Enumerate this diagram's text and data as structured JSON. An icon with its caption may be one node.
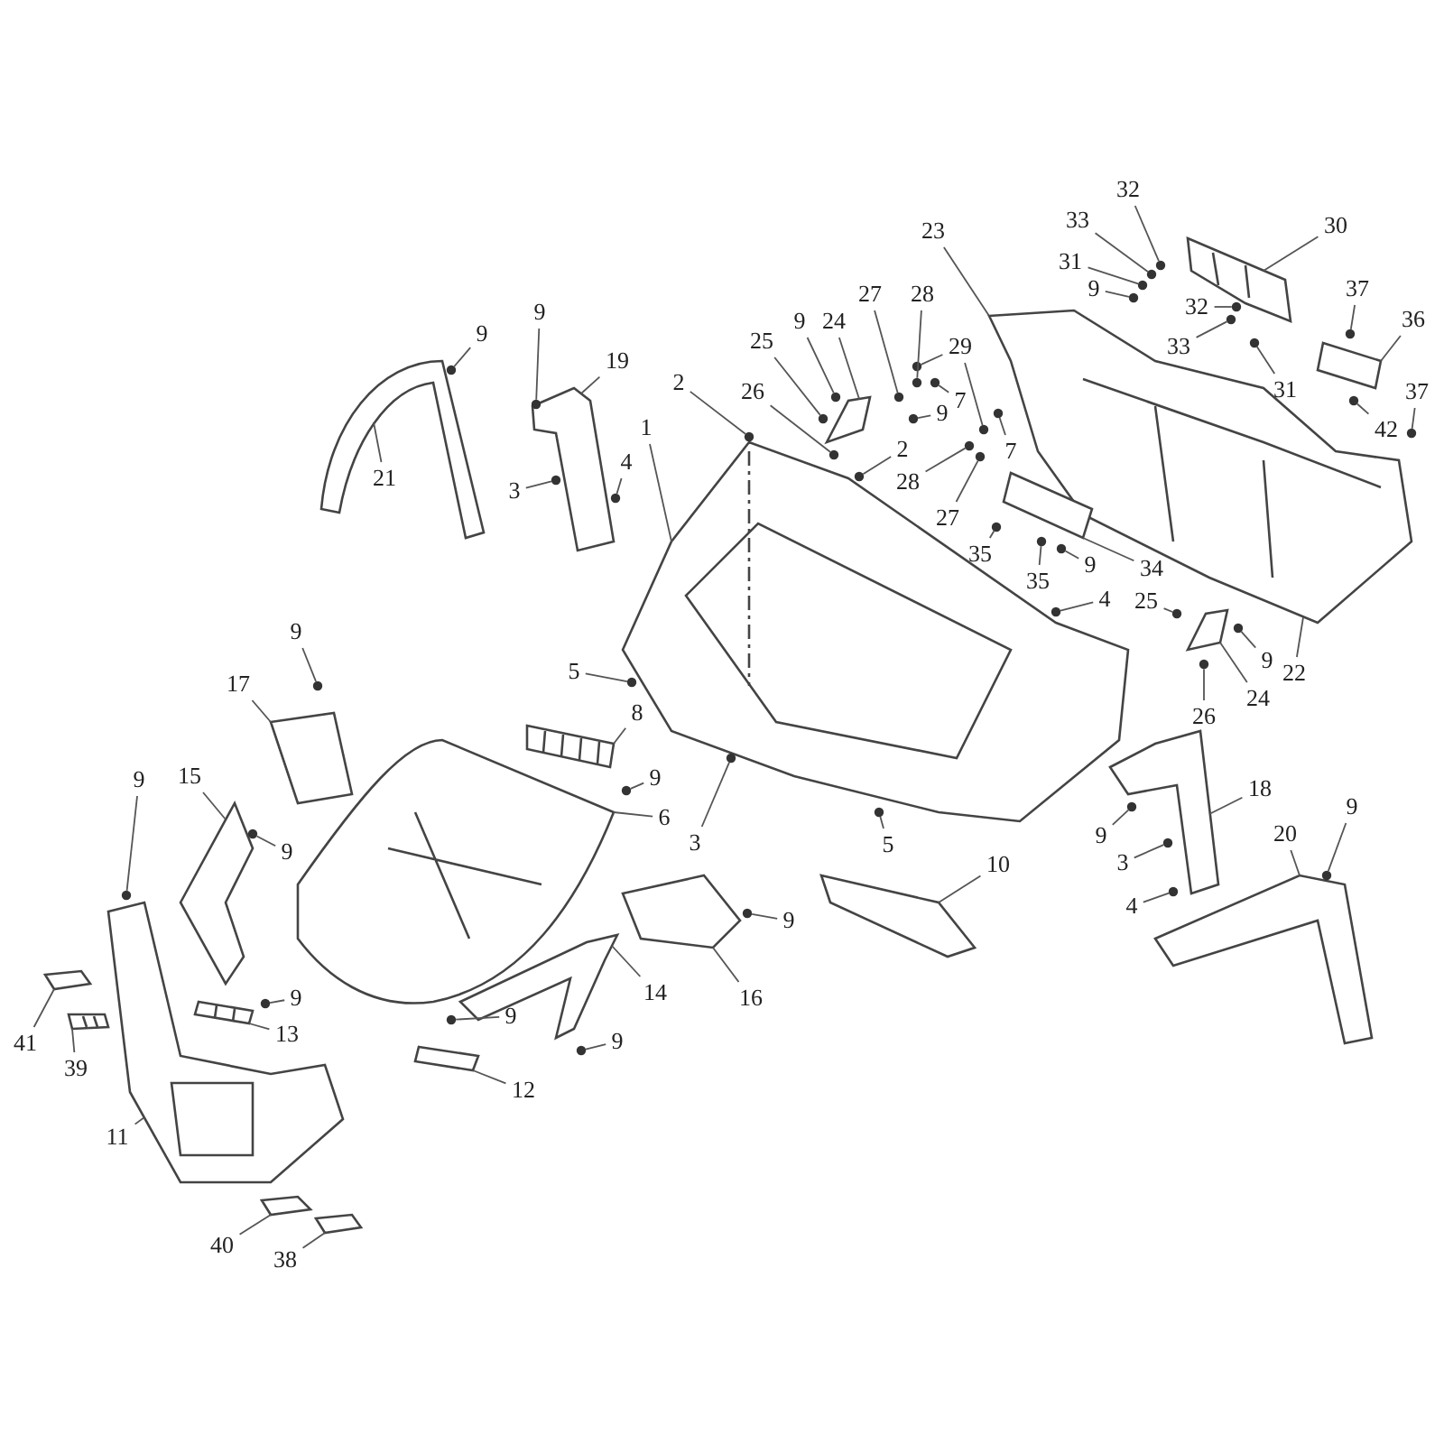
{
  "diagram": {
    "nodes": [
      {
        "text": [
          "32"
        ]
      },
      {
        "text": [
          "33"
        ]
      },
      {
        "text": [
          "30"
        ]
      },
      {
        "text": [
          "23"
        ]
      },
      {
        "text": [
          "31"
        ]
      },
      {
        "text": [
          "37"
        ]
      },
      {
        "text": [
          "9"
        ]
      },
      {
        "text": [
          "27"
        ]
      },
      {
        "text": [
          "28"
        ]
      },
      {
        "text": [
          "32"
        ]
      },
      {
        "text": [
          "9"
        ]
      },
      {
        "text": [
          "9"
        ]
      },
      {
        "text": [
          "24"
        ]
      },
      {
        "text": [
          "36"
        ]
      },
      {
        "text": [
          "9"
        ]
      },
      {
        "text": [
          "25"
        ]
      },
      {
        "text": [
          "29"
        ]
      },
      {
        "text": [
          "33"
        ]
      },
      {
        "text": [
          "19"
        ]
      },
      {
        "text": [
          "2"
        ]
      },
      {
        "text": [
          "31"
        ]
      },
      {
        "text": [
          "26"
        ]
      },
      {
        "text": [
          "37"
        ]
      },
      {
        "text": [
          "7"
        ]
      },
      {
        "text": [
          "9"
        ]
      },
      {
        "text": [
          "1"
        ]
      },
      {
        "text": [
          "42"
        ]
      },
      {
        "text": [
          "2"
        ]
      },
      {
        "text": [
          "7"
        ]
      },
      {
        "text": [
          "4"
        ]
      },
      {
        "text": [
          "21"
        ]
      },
      {
        "text": [
          "28"
        ]
      },
      {
        "text": [
          "3"
        ]
      },
      {
        "text": [
          "27"
        ]
      },
      {
        "text": [
          "35"
        ]
      },
      {
        "text": [
          "9"
        ]
      },
      {
        "text": [
          "34"
        ]
      },
      {
        "text": [
          "35"
        ]
      },
      {
        "text": [
          "4"
        ]
      },
      {
        "text": [
          "25"
        ]
      },
      {
        "text": [
          "9"
        ]
      },
      {
        "text": [
          "9"
        ]
      },
      {
        "text": [
          "5"
        ]
      },
      {
        "text": [
          "22"
        ]
      },
      {
        "text": [
          "17"
        ]
      },
      {
        "text": [
          "24"
        ]
      },
      {
        "text": [
          "26"
        ]
      },
      {
        "text": [
          "8"
        ]
      },
      {
        "text": [
          "15"
        ]
      },
      {
        "text": [
          "9"
        ]
      },
      {
        "text": [
          "9"
        ]
      },
      {
        "text": [
          "18"
        ]
      },
      {
        "text": [
          "9"
        ]
      },
      {
        "text": [
          "6"
        ]
      },
      {
        "text": [
          "20"
        ]
      },
      {
        "text": [
          "9"
        ]
      },
      {
        "text": [
          "3"
        ]
      },
      {
        "text": [
          "5"
        ]
      },
      {
        "text": [
          "9"
        ]
      },
      {
        "text": [
          "10"
        ]
      },
      {
        "text": [
          "3"
        ]
      },
      {
        "text": [
          "4"
        ]
      },
      {
        "text": [
          "9"
        ]
      },
      {
        "text": [
          "14"
        ]
      },
      {
        "text": [
          "16"
        ]
      },
      {
        "text": [
          "9"
        ]
      },
      {
        "text": [
          "9"
        ]
      },
      {
        "text": [
          "13"
        ]
      },
      {
        "text": [
          "9"
        ]
      },
      {
        "text": [
          "41"
        ]
      },
      {
        "text": [
          "39"
        ]
      },
      {
        "text": [
          "12"
        ]
      },
      {
        "text": [
          "11"
        ]
      },
      {
        "text": [
          "40"
        ]
      },
      {
        "text": [
          "38"
        ]
      },
      {
        "text": [],
        "shape": "picture"
      },
      {
        "text": [],
        "shape": "picture"
      },
      {
        "text": [],
        "shape": "picture"
      },
      {
        "text": [],
        "shape": "picture"
      },
      {
        "text": [],
        "shape": "picture"
      },
      {
        "text": [],
        "shape": "picture"
      },
      {
        "text": [],
        "shape": "picture"
      },
      {
        "text": [],
        "shape": "picture"
      },
      {
        "text": [],
        "shape": "picture"
      },
      {
        "text": [],
        "shape": "picture"
      },
      {
        "text": [],
        "shape": "picture"
      },
      {
        "text": [],
        "shape": "picture"
      },
      {
        "text": [],
        "shape": "picture"
      },
      {
        "text": [],
        "shape": "picture"
      },
      {
        "text": [],
        "shape": "picture"
      },
      {
        "text": [],
        "shape": "picture"
      },
      {
        "text": [],
        "shape": "picture"
      },
      {
        "text": [],
        "shape": "picture"
      },
      {
        "text": [],
        "shape": "picture"
      },
      {
        "text": [],
        "shape": "picture"
      },
      {
        "text": [],
        "shape": "picture"
      },
      {
        "text": [],
        "shape": "picture"
      },
      {
        "text": [],
        "shape": "picture"
      },
      {
        "text": [],
        "shape": "picture"
      },
      {
        "text": [],
        "shape": "picture"
      },
      {
        "text": [],
        "shape": "circle"
      },
      {
        "text": [],
        "shape": "circle"
      },
      {
        "text": [],
        "shape": "circle"
      },
      {
        "text": [],
        "shape": "circle"
      },
      {
        "text": [],
        "shape": "circle"
      },
      {
        "text": [],
        "shape": "circle"
      },
      {
        "text": [],
        "shape": "circle"
      },
      {
        "text": [],
        "shape": "circle"
      },
      {
        "text": [],
        "shape": "circle"
      },
      {
        "text": [],
        "shape": "circle"
      },
      {
        "text": [],
        "shape": "circle"
      },
      {
        "text": [],
        "shape": "circle"
      },
      {
        "text": [],
        "shape": "circle"
      },
      {
        "text": [],
        "shape": "circle"
      },
      {
        "text": [],
        "shape": "circle"
      },
      {
        "text": [],
        "shape": "circle"
      },
      {
        "text": [],
        "shape": "circle"
      },
      {
        "text": [],
        "shape": "circle"
      },
      {
        "text": [],
        "shape": "circle"
      },
      {
        "text": [],
        "shape": "circle"
      },
      {
        "text": [],
        "shape": "circle"
      },
      {
        "text": [],
        "shape": "circle"
      },
      {
        "text": [],
        "shape": "circle"
      },
      {
        "text": [],
        "shape": "circle"
      },
      {
        "text": [],
        "shape": "circle"
      },
      {
        "text": [],
        "shape": "circle"
      },
      {
        "text": [],
        "shape": "circle"
      },
      {
        "text": [],
        "shape": "circle"
      },
      {
        "text": [],
        "shape": "circle"
      },
      {
        "text": [],
        "shape": "circle"
      },
      {
        "text": [],
        "shape": "circle"
      },
      {
        "text": [],
        "shape": "circle"
      },
      {
        "text": [],
        "shape": "circle"
      },
      {
        "text": [],
        "shape": "circle"
      },
      {
        "text": [],
        "shape": "circle"
      },
      {
        "text": [],
        "shape": "circle"
      },
      {
        "text": [],
        "shape": "circle"
      },
      {
        "text": [],
        "shape": "circle"
      },
      {
        "text": [],
        "shape": "circle"
      },
      {
        "text": [],
        "shape": "circle"
      },
      {
        "text": [],
        "shape": "circle"
      },
      {
        "text": [],
        "shape": "circle"
      },
      {
        "text": [],
        "shape": "circle"
      },
      {
        "text": [],
        "shape": "circle"
      },
      {
        "text": [],
        "shape": "circle"
      },
      {
        "text": [],
        "shape": "circle"
      },
      {
        "text": [],
        "shape": "circle"
      },
      {
        "text": [],
        "shape": "circle"
      },
      {
        "text": [],
        "shape": "circle"
      },
      {
        "text": [],
        "shape": "circle"
      }
    ],
    "edges": [
      {
        "from": 0,
        "to": 100,
        "arrow": "none"
      },
      {
        "from": 1,
        "to": 101,
        "arrow": "none"
      },
      {
        "from": 2,
        "to": 79,
        "arrow": "none"
      },
      {
        "from": 3,
        "to": 78,
        "arrow": "none"
      },
      {
        "from": 4,
        "to": 102,
        "arrow": "none"
      },
      {
        "from": 5,
        "to": 103,
        "arrow": "none"
      },
      {
        "from": 6,
        "to": 104,
        "arrow": "none"
      },
      {
        "from": 7,
        "to": 105,
        "arrow": "none"
      },
      {
        "from": 8,
        "to": 106,
        "arrow": "none"
      },
      {
        "from": 9,
        "to": 107,
        "arrow": "none"
      },
      {
        "from": 10,
        "to": 108,
        "arrow": "none"
      },
      {
        "from": 11,
        "to": 109,
        "arrow": "none"
      },
      {
        "from": 12,
        "to": 93,
        "arrow": "none"
      },
      {
        "from": 13,
        "to": 80,
        "arrow": "none"
      },
      {
        "from": 14,
        "to": 110,
        "arrow": "none"
      },
      {
        "from": 15,
        "to": 111,
        "arrow": "none"
      },
      {
        "from": 16,
        "to": 112,
        "arrow": "none"
      },
      {
        "from": 16,
        "to": 113,
        "arrow": "none"
      },
      {
        "from": 17,
        "to": 114,
        "arrow": "none"
      },
      {
        "from": 18,
        "to": 76,
        "arrow": "none"
      },
      {
        "from": 19,
        "to": 115,
        "arrow": "none"
      },
      {
        "from": 20,
        "to": 116,
        "arrow": "none"
      },
      {
        "from": 21,
        "to": 117,
        "arrow": "none"
      },
      {
        "from": 22,
        "to": 118,
        "arrow": "none"
      },
      {
        "from": 23,
        "to": 119,
        "arrow": "none"
      },
      {
        "from": 24,
        "to": 120,
        "arrow": "none"
      },
      {
        "from": 25,
        "to": 77,
        "arrow": "none"
      },
      {
        "from": 26,
        "to": 121,
        "arrow": "none"
      },
      {
        "from": 27,
        "to": 122,
        "arrow": "none"
      },
      {
        "from": 28,
        "to": 123,
        "arrow": "none"
      },
      {
        "from": 29,
        "to": 124,
        "arrow": "none"
      },
      {
        "from": 30,
        "to": 75,
        "arrow": "none"
      },
      {
        "from": 31,
        "to": 125,
        "arrow": "none"
      },
      {
        "from": 32,
        "to": 126,
        "arrow": "none"
      },
      {
        "from": 33,
        "to": 127,
        "arrow": "none"
      },
      {
        "from": 34,
        "to": 128,
        "arrow": "none"
      },
      {
        "from": 35,
        "to": 129,
        "arrow": "none"
      },
      {
        "from": 36,
        "to": 99,
        "arrow": "none"
      },
      {
        "from": 37,
        "to": 130,
        "arrow": "none"
      },
      {
        "from": 38,
        "to": 131,
        "arrow": "none"
      },
      {
        "from": 39,
        "to": 132,
        "arrow": "none"
      },
      {
        "from": 40,
        "to": 133,
        "arrow": "none"
      },
      {
        "from": 41,
        "to": 134,
        "arrow": "none"
      },
      {
        "from": 42,
        "to": 135,
        "arrow": "none"
      },
      {
        "from": 43,
        "to": 78,
        "arrow": "none"
      },
      {
        "from": 44,
        "to": 84,
        "arrow": "none"
      },
      {
        "from": 45,
        "to": 94,
        "arrow": "none"
      },
      {
        "from": 46,
        "to": 136,
        "arrow": "none"
      },
      {
        "from": 47,
        "to": 85,
        "arrow": "none"
      },
      {
        "from": 48,
        "to": 83,
        "arrow": "none"
      },
      {
        "from": 49,
        "to": 137,
        "arrow": "none"
      },
      {
        "from": 50,
        "to": 138,
        "arrow": "none"
      },
      {
        "from": 51,
        "to": 91,
        "arrow": "none"
      },
      {
        "from": 52,
        "to": 139,
        "arrow": "none"
      },
      {
        "from": 53,
        "to": 81,
        "arrow": "none"
      },
      {
        "from": 54,
        "to": 92,
        "arrow": "none"
      },
      {
        "from": 55,
        "to": 140,
        "arrow": "none"
      },
      {
        "from": 56,
        "to": 141,
        "arrow": "none"
      },
      {
        "from": 57,
        "to": 142,
        "arrow": "none"
      },
      {
        "from": 58,
        "to": 143,
        "arrow": "none"
      },
      {
        "from": 59,
        "to": 86,
        "arrow": "none"
      },
      {
        "from": 60,
        "to": 144,
        "arrow": "none"
      },
      {
        "from": 61,
        "to": 145,
        "arrow": "none"
      },
      {
        "from": 62,
        "to": 146,
        "arrow": "none"
      },
      {
        "from": 63,
        "to": 87,
        "arrow": "none"
      },
      {
        "from": 64,
        "to": 88,
        "arrow": "none"
      },
      {
        "from": 65,
        "to": 147,
        "arrow": "none"
      },
      {
        "from": 66,
        "to": 148,
        "arrow": "none"
      },
      {
        "from": 67,
        "to": 90,
        "arrow": "none"
      },
      {
        "from": 68,
        "to": 149,
        "arrow": "none"
      },
      {
        "from": 69,
        "to": 95,
        "arrow": "none"
      },
      {
        "from": 70,
        "to": 96,
        "arrow": "none"
      },
      {
        "from": 71,
        "to": 89,
        "arrow": "none"
      },
      {
        "from": 72,
        "to": 82,
        "arrow": "none"
      },
      {
        "from": 73,
        "to": 97,
        "arrow": "none"
      },
      {
        "from": 74,
        "to": 98,
        "arrow": "none"
      }
    ]
  }
}
